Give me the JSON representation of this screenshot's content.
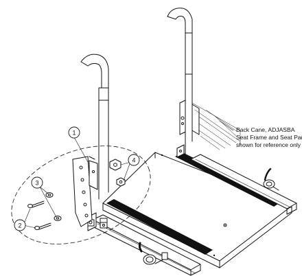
{
  "diagram": {
    "callout": {
      "lines": [
        "Back Cane, ADJASBA",
        "Seat Frame and Seat Pan",
        "shown for reference only"
      ]
    },
    "balloons": [
      {
        "id": "balloon-1",
        "number": "1"
      },
      {
        "id": "balloon-2",
        "number": "2"
      },
      {
        "id": "balloon-3",
        "number": "3"
      },
      {
        "id": "balloon-4",
        "number": "4"
      }
    ]
  }
}
